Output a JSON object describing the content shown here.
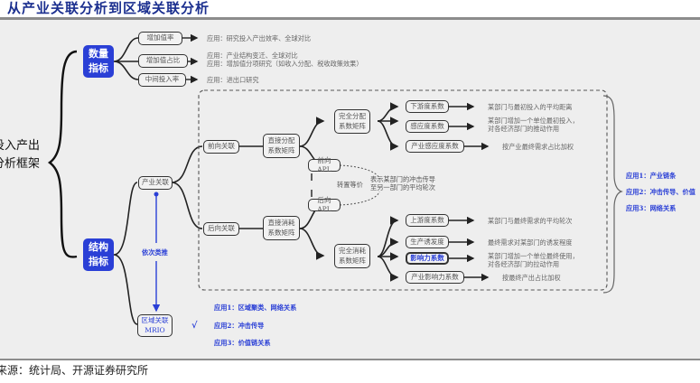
{
  "title": "从产业关联分析到区域关联分析",
  "source": "来源：统计局、开源证券研究所",
  "root": {
    "line1": "投入产出",
    "line2": "分析框架"
  },
  "quantity": {
    "label1": "数量",
    "label2": "指标",
    "items": [
      {
        "label": "增加值率",
        "apps": [
          "应用：研究投入产出效率、全球对比"
        ]
      },
      {
        "label": "增加值占比",
        "apps": [
          "应用：产业结构变迁、全球对比",
          "应用：增加值分项研究（如收入分配、税收政策效果）"
        ]
      },
      {
        "label": "中间投入率",
        "apps": [
          "应用：进出口研究"
        ]
      }
    ]
  },
  "structure": {
    "label1": "结构",
    "label2": "指标"
  },
  "industry_link": "产业关联",
  "forward_link": "前向关联",
  "backward_link": "后向关联",
  "direct_distribution": {
    "line1": "直接分配",
    "line2": "系数矩阵"
  },
  "direct_consumption": {
    "line1": "直接消耗",
    "line2": "系数矩阵"
  },
  "total_distribution": {
    "line1": "完全分配",
    "line2": "系数矩阵"
  },
  "total_consumption": {
    "line1": "完全消耗",
    "line2": "系数矩阵"
  },
  "forward_apl": "前向APL",
  "backward_apl": "后向APL",
  "transpose_equiv": "转置等价",
  "apl_note": {
    "line1": "表示某部门的冲击传导",
    "line2": "至另一部门的平均轮次"
  },
  "forward_items": [
    {
      "label": "下游度系数",
      "desc": [
        "某部门与最初投入的平均距离"
      ]
    },
    {
      "label": "感应度系数",
      "desc": [
        "某部门增加一个单位最初投入，",
        "对各经济部门的推动作用"
      ]
    },
    {
      "label": "产业感应度系数",
      "desc": [
        "按产业最终需求占比加权"
      ]
    }
  ],
  "backward_items": [
    {
      "label": "上游度系数",
      "desc": [
        "某部门与最终需求的平均轮次"
      ],
      "highlight": false
    },
    {
      "label": "生产诱发度",
      "desc": [
        "最终需求对某部门的诱发程度"
      ],
      "highlight": false
    },
    {
      "label": "影响力系数",
      "desc": [
        "某部门增加一个单位最终使用，",
        "对各经济部门的拉动作用"
      ],
      "highlight": true
    },
    {
      "label": "产业影响力系数",
      "desc": [
        "按最终产出占比加权"
      ],
      "highlight": false
    }
  ],
  "sequential": "依次类推",
  "regional": {
    "line1": "区域关联",
    "line2": "MRIO"
  },
  "checkmark": "√",
  "regional_apps": [
    "应用1：区域聚类、网络关系",
    "应用2：冲击传导",
    "应用3：价值链关系"
  ],
  "industry_apps": [
    "应用1：产业链条",
    "应用2：冲击传导、价值",
    "应用3：网络关系"
  ],
  "colors": {
    "accent_blue": "#2a3fd6",
    "title_blue": "#1b2f8f",
    "background": "#eeeeee"
  }
}
